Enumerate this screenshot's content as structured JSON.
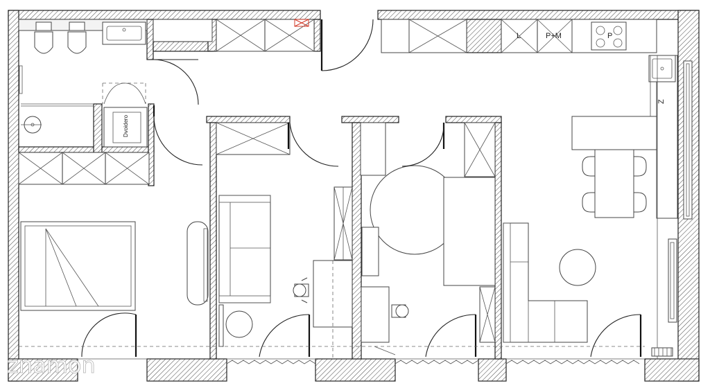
{
  "labels": {
    "cabinet_l": "L",
    "cabinet_pm": "P+M",
    "stove_p": "P",
    "fridge_z": "Z",
    "washer_text": "Dvoidero"
  },
  "watermark": "znamon",
  "colors": {
    "wall_stroke": "#222222",
    "wall_hatch": "#555555",
    "line": "#333333",
    "accent_red": "#d23b2a"
  }
}
